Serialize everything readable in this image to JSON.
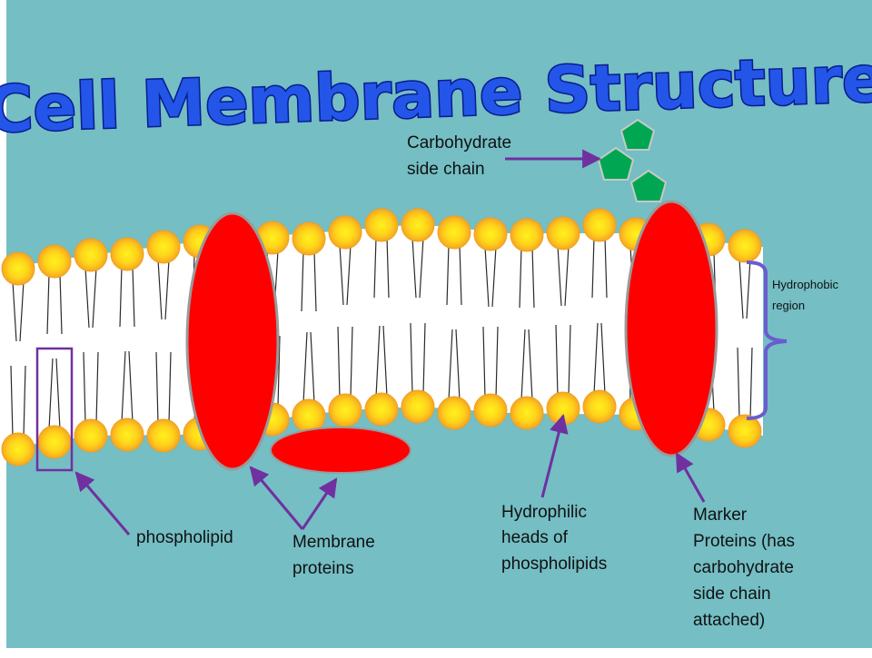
{
  "title": "Cell Membrane Structure",
  "labels": {
    "carbohydrate": [
      "Carbohydrate",
      "side chain"
    ],
    "hydrophobic": [
      "Hydrophobic",
      "region"
    ],
    "phospholipid": [
      "phospholipid"
    ],
    "membrane_proteins": [
      "Membrane",
      "proteins"
    ],
    "hydrophilic": [
      "Hydrophilic",
      "heads of",
      "phospholipids"
    ],
    "marker": [
      "Marker",
      "Proteins (has",
      "carbohydrate",
      "side chain",
      "attached)"
    ]
  },
  "colors": {
    "background": "#74bec4",
    "title_fill": "#2356e8",
    "title_outline": "#0a1c8c",
    "membrane_band": "#ffffff",
    "head_outer": "#f5a623",
    "head_inner": "#ffe31a",
    "protein": "#ff0000",
    "carbohydrate": "#00a651",
    "pointer": "#7030a0",
    "brace": "#6a5ccf"
  },
  "icons": [
    "phospholipid-head",
    "fatty-acid-tail",
    "protein-ellipse",
    "carbohydrate-pentagon",
    "arrow",
    "curly-brace"
  ]
}
